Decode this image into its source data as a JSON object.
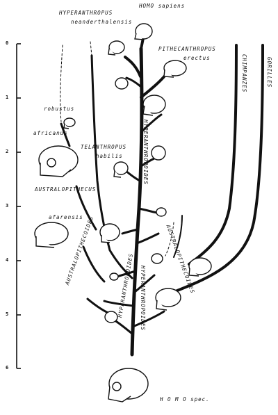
{
  "axis": {
    "ticks": [
      "0",
      "1",
      "2",
      "3",
      "4",
      "5",
      "6"
    ]
  },
  "labels": {
    "homo_sapiens": "HOMO sapiens",
    "hyperanthropus": "HYPERANTHROPUS",
    "neanderthalensis": "neanderthalensis",
    "pithecanthropus": "PITHECANTHROPUS",
    "erectus": "erectus",
    "chimpanzes": "CHIMPANZES",
    "gorilles": "GORILLES",
    "robustus": "robustus",
    "africanus": "africanus",
    "telanthropus": "TELANTHROPUS",
    "habilis": "habilis",
    "australopithecus": "AUSTRALOPITHECUS",
    "hyperanthropoides_main": "HYPERANTHROPOIDES",
    "afarensis": "afarensis",
    "australopithecoides_left": "AUSTRALOPITHECOIDES",
    "australopithecoides_right": "AUSTRALOPITHECOIDES",
    "hyperanthropoides_lower_left": "HYPERANTHROPOIDES",
    "hyperanthropoides_lower_right": "HYPERANTHROPOIDES",
    "homo_spec": "H O M O  spec."
  }
}
